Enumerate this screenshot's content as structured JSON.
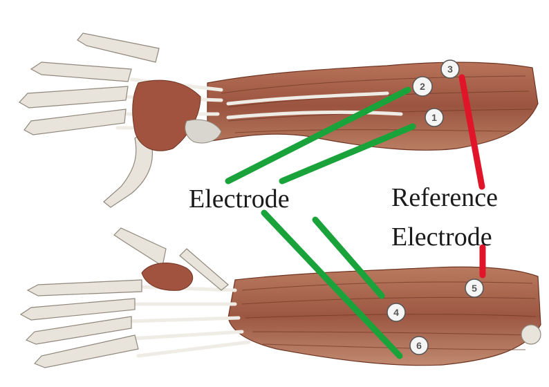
{
  "labels": {
    "electrode": "Electrode",
    "reference_line1": "Reference",
    "reference_line2": "Electrode"
  },
  "markers": [
    {
      "id": "1",
      "text": "1"
    },
    {
      "id": "2",
      "text": "2"
    },
    {
      "id": "3",
      "text": "3"
    },
    {
      "id": "4",
      "text": "4"
    },
    {
      "id": "5",
      "text": "5"
    },
    {
      "id": "6",
      "text": "6"
    }
  ],
  "colors": {
    "electrode_line": "#1aa33a",
    "reference_line": "#e0152a",
    "muscle": "#a8624a",
    "muscle_dark": "#7a3b2a",
    "tendon": "#e6e3dc",
    "bone": "#d9d6cf"
  }
}
